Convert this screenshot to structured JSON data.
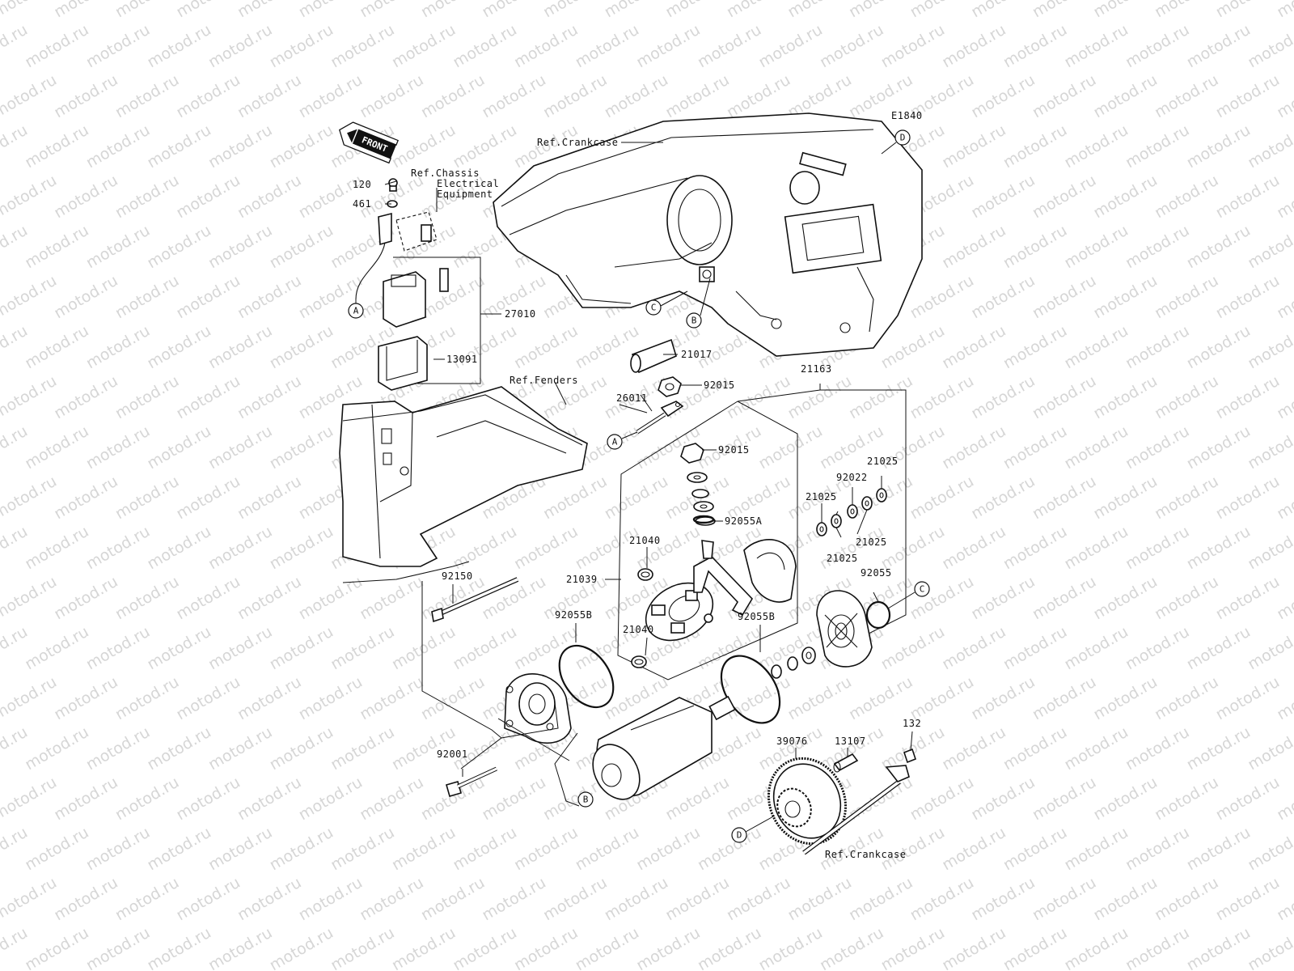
{
  "watermark": "motod.ru",
  "diagram_code": "E1840",
  "front_label": "FRONT",
  "refs": {
    "crankcase_top": "Ref.Crankcase",
    "chassis_line1": "Ref.Chassis",
    "chassis_line2": "Electrical",
    "chassis_line3": "Equipment",
    "fenders": "Ref.Fenders",
    "crankcase_bottom": "Ref.Crankcase"
  },
  "part_labels": {
    "p120": "120",
    "p461": "461",
    "p27010": "27010",
    "p13091": "13091",
    "p21017": "21017",
    "p92015a": "92015",
    "p21163": "21163",
    "p26011": "26011",
    "p92015b": "92015",
    "p92055a": "92055A",
    "p21025a": "21025",
    "p92022": "92022",
    "p21025b": "21025",
    "p21025c": "21025",
    "p21025d": "21025",
    "p21040a": "21040",
    "p21039": "21039",
    "p92150": "92150",
    "p92055b1": "92055B",
    "p92055": "92055",
    "p21040b": "21040",
    "p92055b2": "92055B",
    "p132": "132",
    "p39076": "39076",
    "p13107": "13107",
    "p92001": "92001"
  },
  "callouts": {
    "A": "A",
    "B": "B",
    "C": "C",
    "D": "D"
  }
}
